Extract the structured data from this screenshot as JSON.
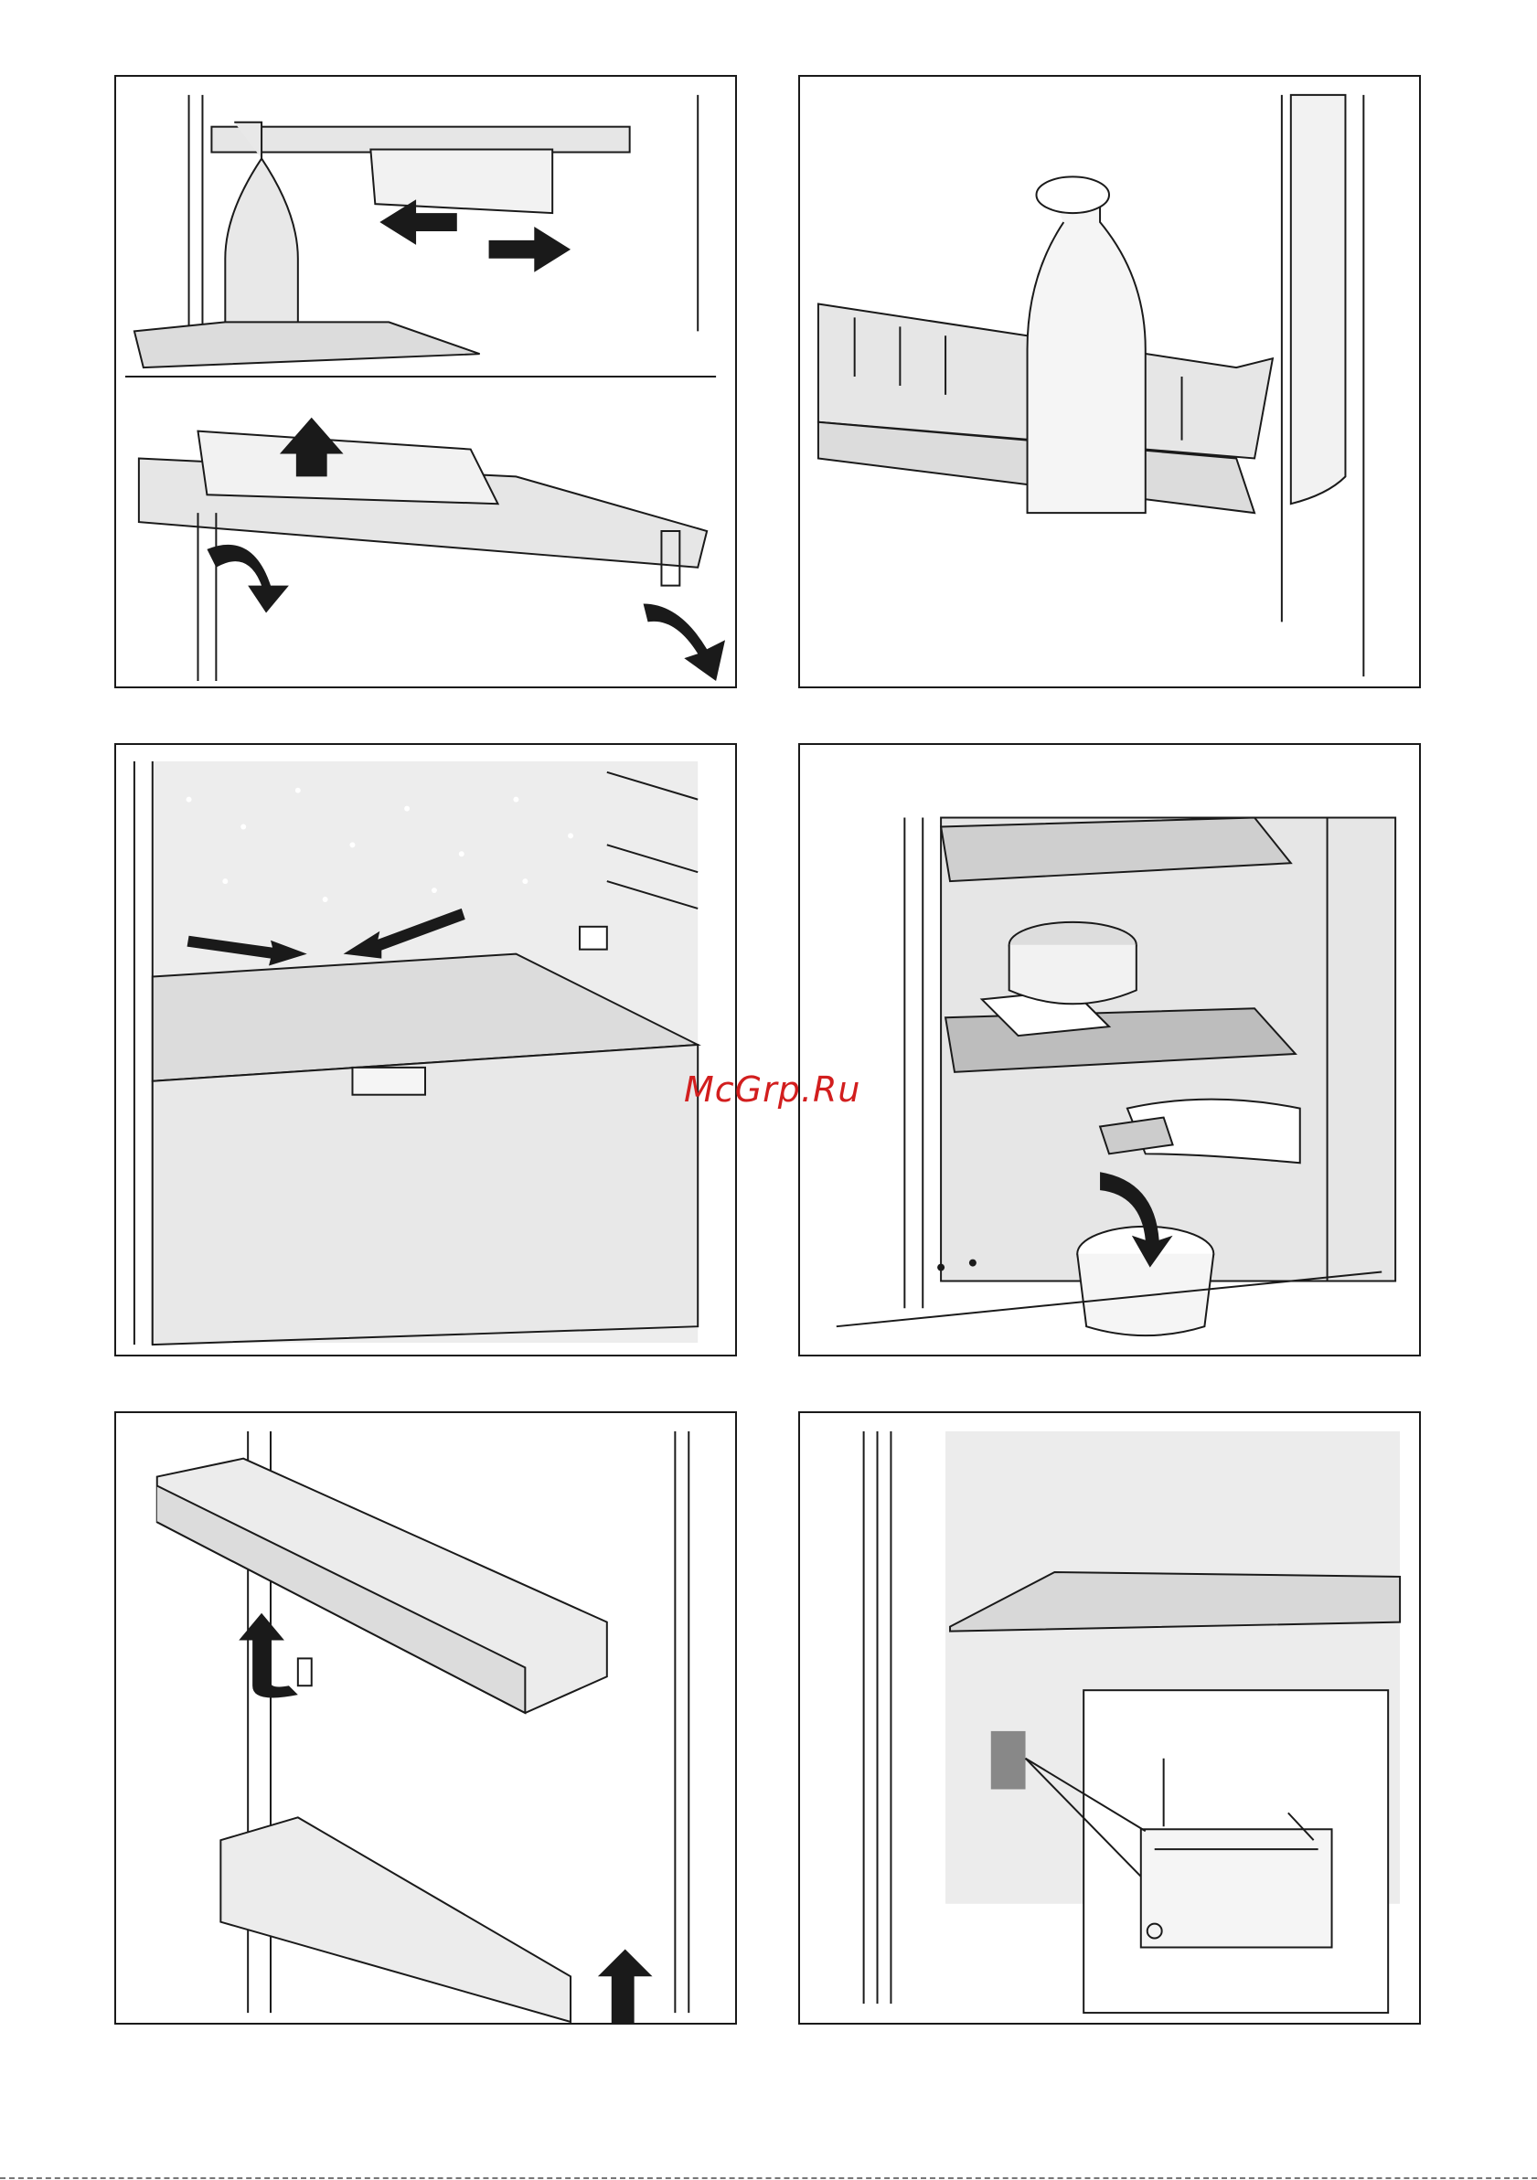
{
  "watermark": {
    "text": "McGrp.Ru",
    "color": "#d21e1e"
  },
  "panels": [
    {
      "id": "p1",
      "name": "shelf-adjust-panel"
    },
    {
      "id": "p2",
      "name": "door-bottle-rack-panel"
    },
    {
      "id": "p3",
      "name": "condensation-drain-panel"
    },
    {
      "id": "p4",
      "name": "defrost-cleaning-panel"
    },
    {
      "id": "p5",
      "name": "door-shelf-removal-panel"
    },
    {
      "id": "p6",
      "name": "rating-plate-panel"
    }
  ],
  "colors": {
    "line": "#1a1a1a",
    "shade": "#d9d9d9",
    "light": "#ececec"
  }
}
